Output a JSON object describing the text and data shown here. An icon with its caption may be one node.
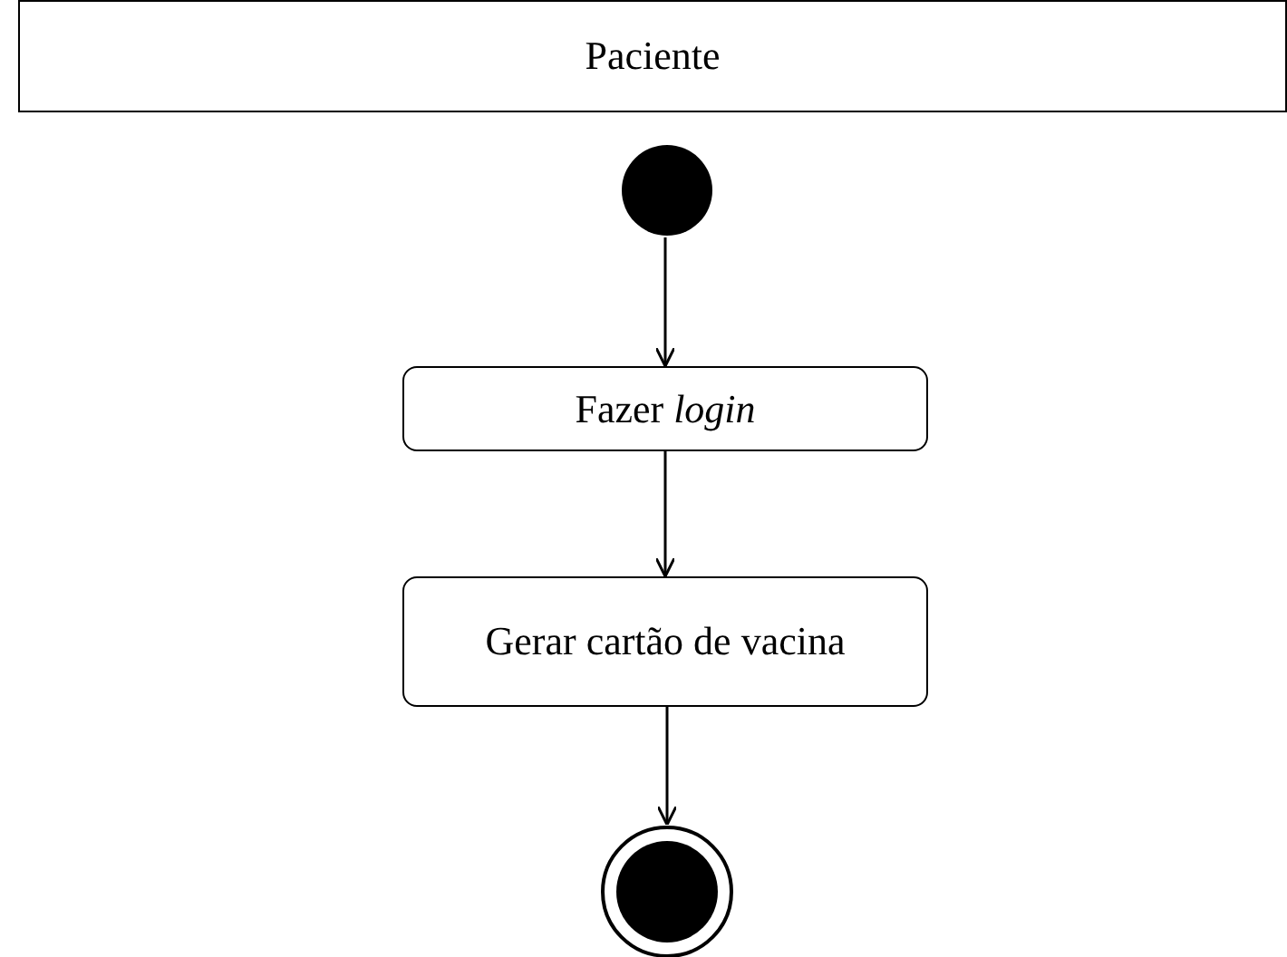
{
  "diagram": {
    "nodes": [
      {
        "text": [
          "Paciente"
        ]
      },
      {
        "text": [],
        "shape": "circle"
      },
      {
        "text": [
          "Fazer *login*"
        ]
      },
      {
        "text": [
          "Gerar cartão de vacina"
        ]
      },
      {
        "text": [],
        "shape": "bullseye"
      }
    ],
    "edges": [
      {
        "from": 1,
        "to": 2,
        "arrow": "to"
      },
      {
        "from": 2,
        "to": 3,
        "arrow": "to"
      },
      {
        "from": 3,
        "to": 4,
        "arrow": "to"
      }
    ]
  }
}
